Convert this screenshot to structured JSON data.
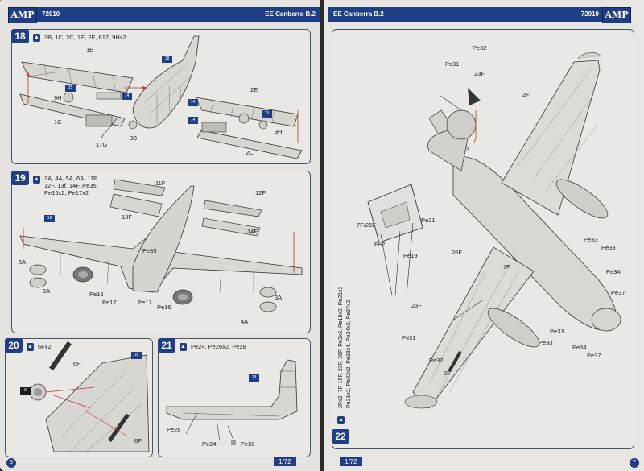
{
  "left_page": {
    "logo": "AMP",
    "code": "72010",
    "title": "EE Canberra B.2",
    "page_number": "6",
    "footer": "1/72",
    "step18": {
      "number": "18",
      "parts": "3B, 1C, 2C, 1E, 2E, 617, 9Hx2",
      "labels": [
        "1E",
        "9H",
        "1C",
        "17G",
        "3B",
        "2E",
        "9H",
        "2C"
      ],
      "tags": [
        "18",
        "14",
        "15",
        "14",
        "14",
        "15"
      ]
    },
    "step19": {
      "number": "19",
      "parts_line1": "3A, 4A, 5A, 6A, 11F",
      "parts_line2": "12F, 13f, 14F, Pe35",
      "parts_line3": "Pe16x2, Pe17x2",
      "labels": [
        "11F",
        "13F",
        "12F",
        "14F",
        "5A",
        "6A",
        "Pe35",
        "Pe16",
        "Pe17",
        "Pe17",
        "Pe16",
        "3A",
        "4A"
      ],
      "tags": [
        "19"
      ]
    },
    "step20": {
      "number": "20",
      "parts": "6Fx2",
      "labels": [
        "6F",
        "6F"
      ],
      "tags": [
        "18",
        "9"
      ]
    },
    "step21": {
      "number": "21",
      "parts": "Pe24, Pe26x2, Pe28",
      "labels": [
        "Pe26",
        "Pe24",
        "Pe28"
      ],
      "tags": [
        "19"
      ]
    }
  },
  "right_page": {
    "logo": "AMP",
    "code": "72010",
    "title": "EE Canberra B.2",
    "page_number": "7",
    "footer": "1/72",
    "step22": {
      "number": "22",
      "parts_line1": "2Fx2, 7F, 15F, 23F, 26F, Pe2x2, Pe19x2, Pe21x2",
      "parts_line2": "Pe31x2, Pe32x2, Pe33x4, Pe34x2, Pe37x2",
      "labels": [
        "Pe31",
        "Pe32",
        "23F",
        "2F",
        "7F/26F",
        "Pe2",
        "Pe19",
        "Pe21",
        "26F",
        "7F",
        "23F",
        "Pe31",
        "Pe32",
        "2F",
        "Pe33",
        "Pe33",
        "Pe34",
        "Pe37",
        "Pe33",
        "Pe33",
        "Pe34",
        "Pe37"
      ]
    }
  }
}
